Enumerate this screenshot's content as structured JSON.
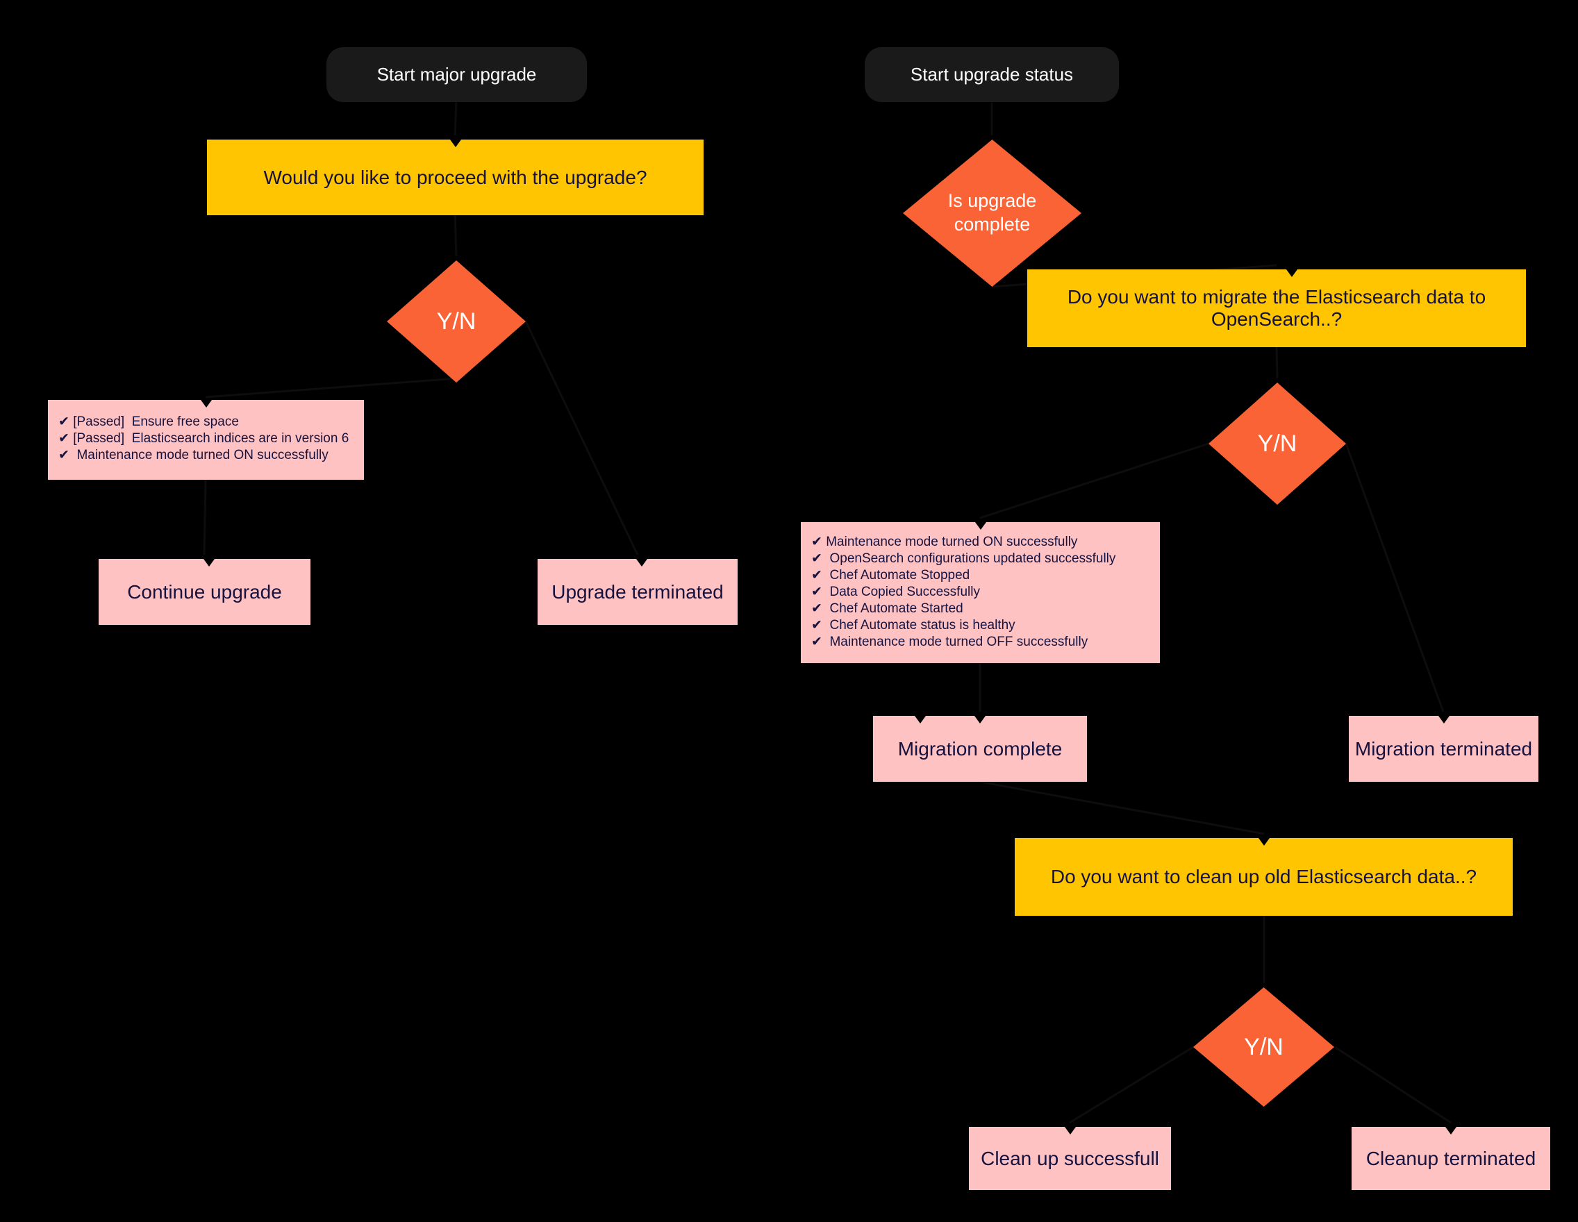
{
  "colors": {
    "background": "#000000",
    "start_node_bg": "#1a1a1a",
    "start_node_text": "#ffffff",
    "question_bg": "#ffc500",
    "decision_bg": "#fa6336",
    "decision_text": "#ffffff",
    "result_bg": "#ffc2c2",
    "dark_text": "#16123f"
  },
  "flow_left": {
    "start": "Start major upgrade",
    "question": "Would you like to proceed with the upgrade?",
    "decision": "Y/N",
    "checklist": [
      "✔ [Passed]  Ensure free space",
      "✔ [Passed]  Elasticsearch indices are in version 6",
      "✔  Maintenance mode turned ON successfully"
    ],
    "outcome_yes": "Continue upgrade",
    "outcome_no": "Upgrade terminated"
  },
  "flow_right": {
    "start": "Start upgrade status",
    "status_decision": "Is upgrade complete",
    "migrate_question": "Do you want to migrate the Elasticsearch data to OpenSearch..?",
    "migrate_decision": "Y/N",
    "migrate_checklist": [
      "✔ Maintenance mode turned ON successfully",
      "✔  OpenSearch configurations updated successfully",
      "✔  Chef Automate Stopped",
      "✔  Data Copied Successfully",
      "✔  Chef Automate Started",
      "✔  Chef Automate status is healthy",
      "✔  Maintenance mode turned OFF successfully"
    ],
    "outcome_migration_yes": "Migration complete",
    "outcome_migration_no": "Migration terminated",
    "cleanup_question": "Do you want to clean up old Elasticsearch data..?",
    "cleanup_decision": "Y/N",
    "outcome_cleanup_yes": "Clean up successfull",
    "outcome_cleanup_no": "Cleanup terminated"
  }
}
